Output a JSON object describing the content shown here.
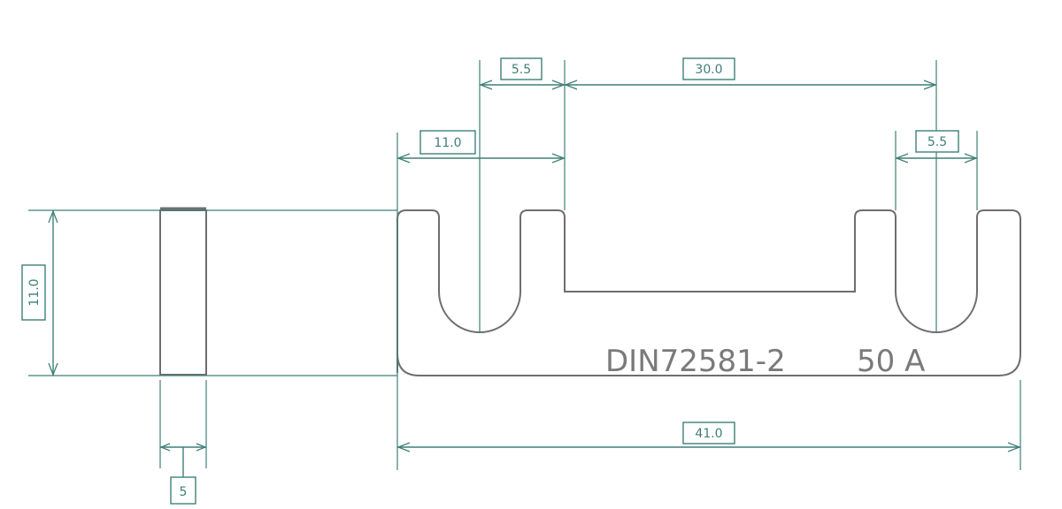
{
  "dimensions": {
    "d_5_5_top": "5.5",
    "d_30_0": "30.0",
    "d_11_0_top": "11.0",
    "d_5_5_right": "5.5",
    "d_11_0_height": "11.0",
    "d_41_0": "41.0",
    "d_5": "5"
  },
  "marking": {
    "part_number": "DIN72581-2",
    "rating": "50 A"
  },
  "colors": {
    "dimension": "#3f7f78",
    "part_outline": "#6e6e6e",
    "marking_text": "#7a7a7a"
  }
}
